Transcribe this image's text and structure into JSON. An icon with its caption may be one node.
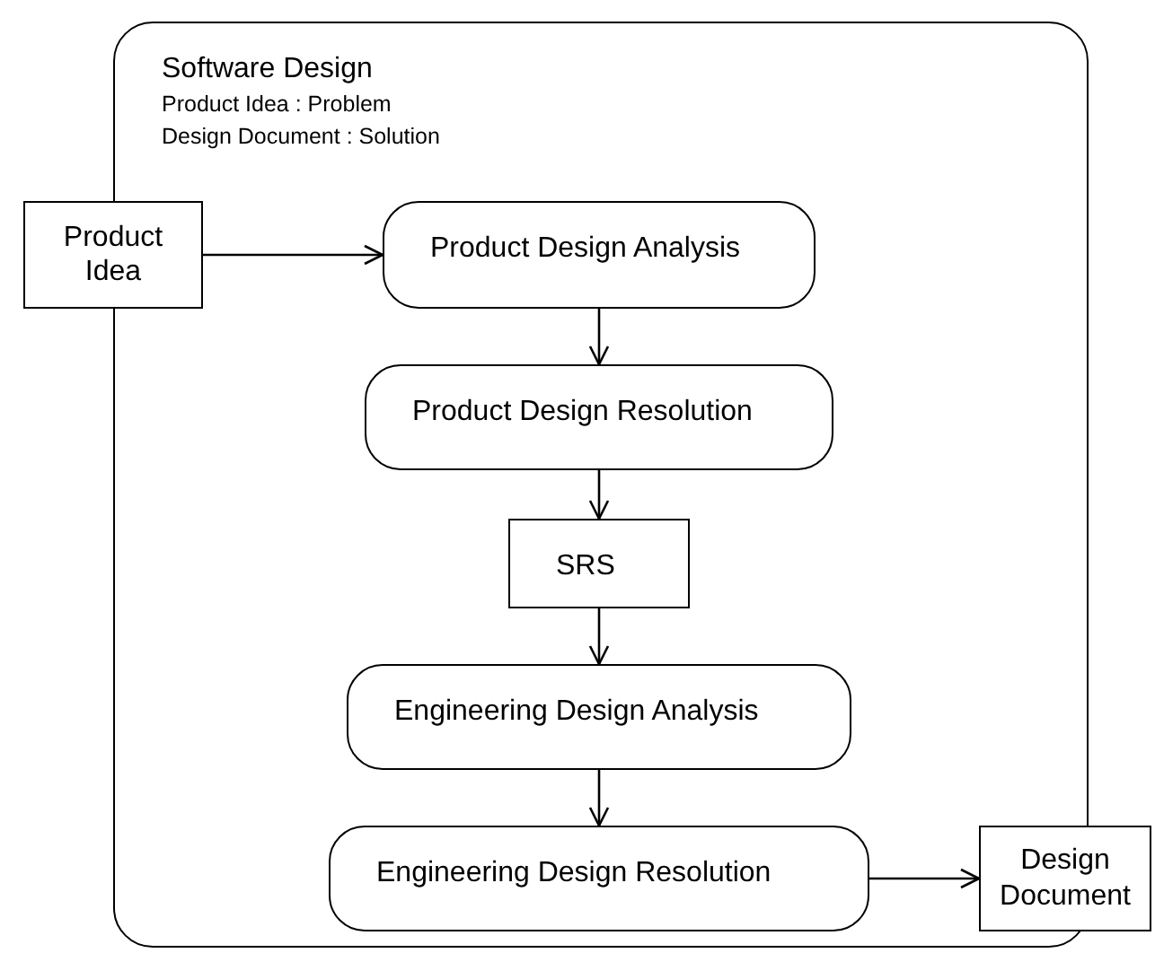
{
  "diagram": {
    "nodes": [
      {
        "text": [
          "Software Design",
          "Product Idea : Problem",
          "Design Document : Solution"
        ]
      },
      {
        "text": [
          "Product Idea"
        ]
      },
      {
        "text": [
          "Product Design Analysis"
        ],
        "in": 0
      },
      {
        "text": [
          "Product Design Resolution"
        ],
        "in": 0
      },
      {
        "text": [
          "SRS"
        ],
        "in": 0
      },
      {
        "text": [
          "Engineering Design Analysis"
        ],
        "in": 0
      },
      {
        "text": [
          "Engineering Design Resolution"
        ],
        "in": 0
      },
      {
        "text": [
          "Design Document"
        ]
      }
    ],
    "edges": [
      {
        "from": 1,
        "to": 2,
        "arrow": "to"
      },
      {
        "from": 2,
        "to": 3,
        "arrow": "to"
      },
      {
        "from": 3,
        "to": 4,
        "arrow": "to"
      },
      {
        "from": 4,
        "to": 5,
        "arrow": "to"
      },
      {
        "from": 5,
        "to": 6,
        "arrow": "to"
      },
      {
        "from": 6,
        "to": 7,
        "arrow": "to"
      }
    ]
  }
}
